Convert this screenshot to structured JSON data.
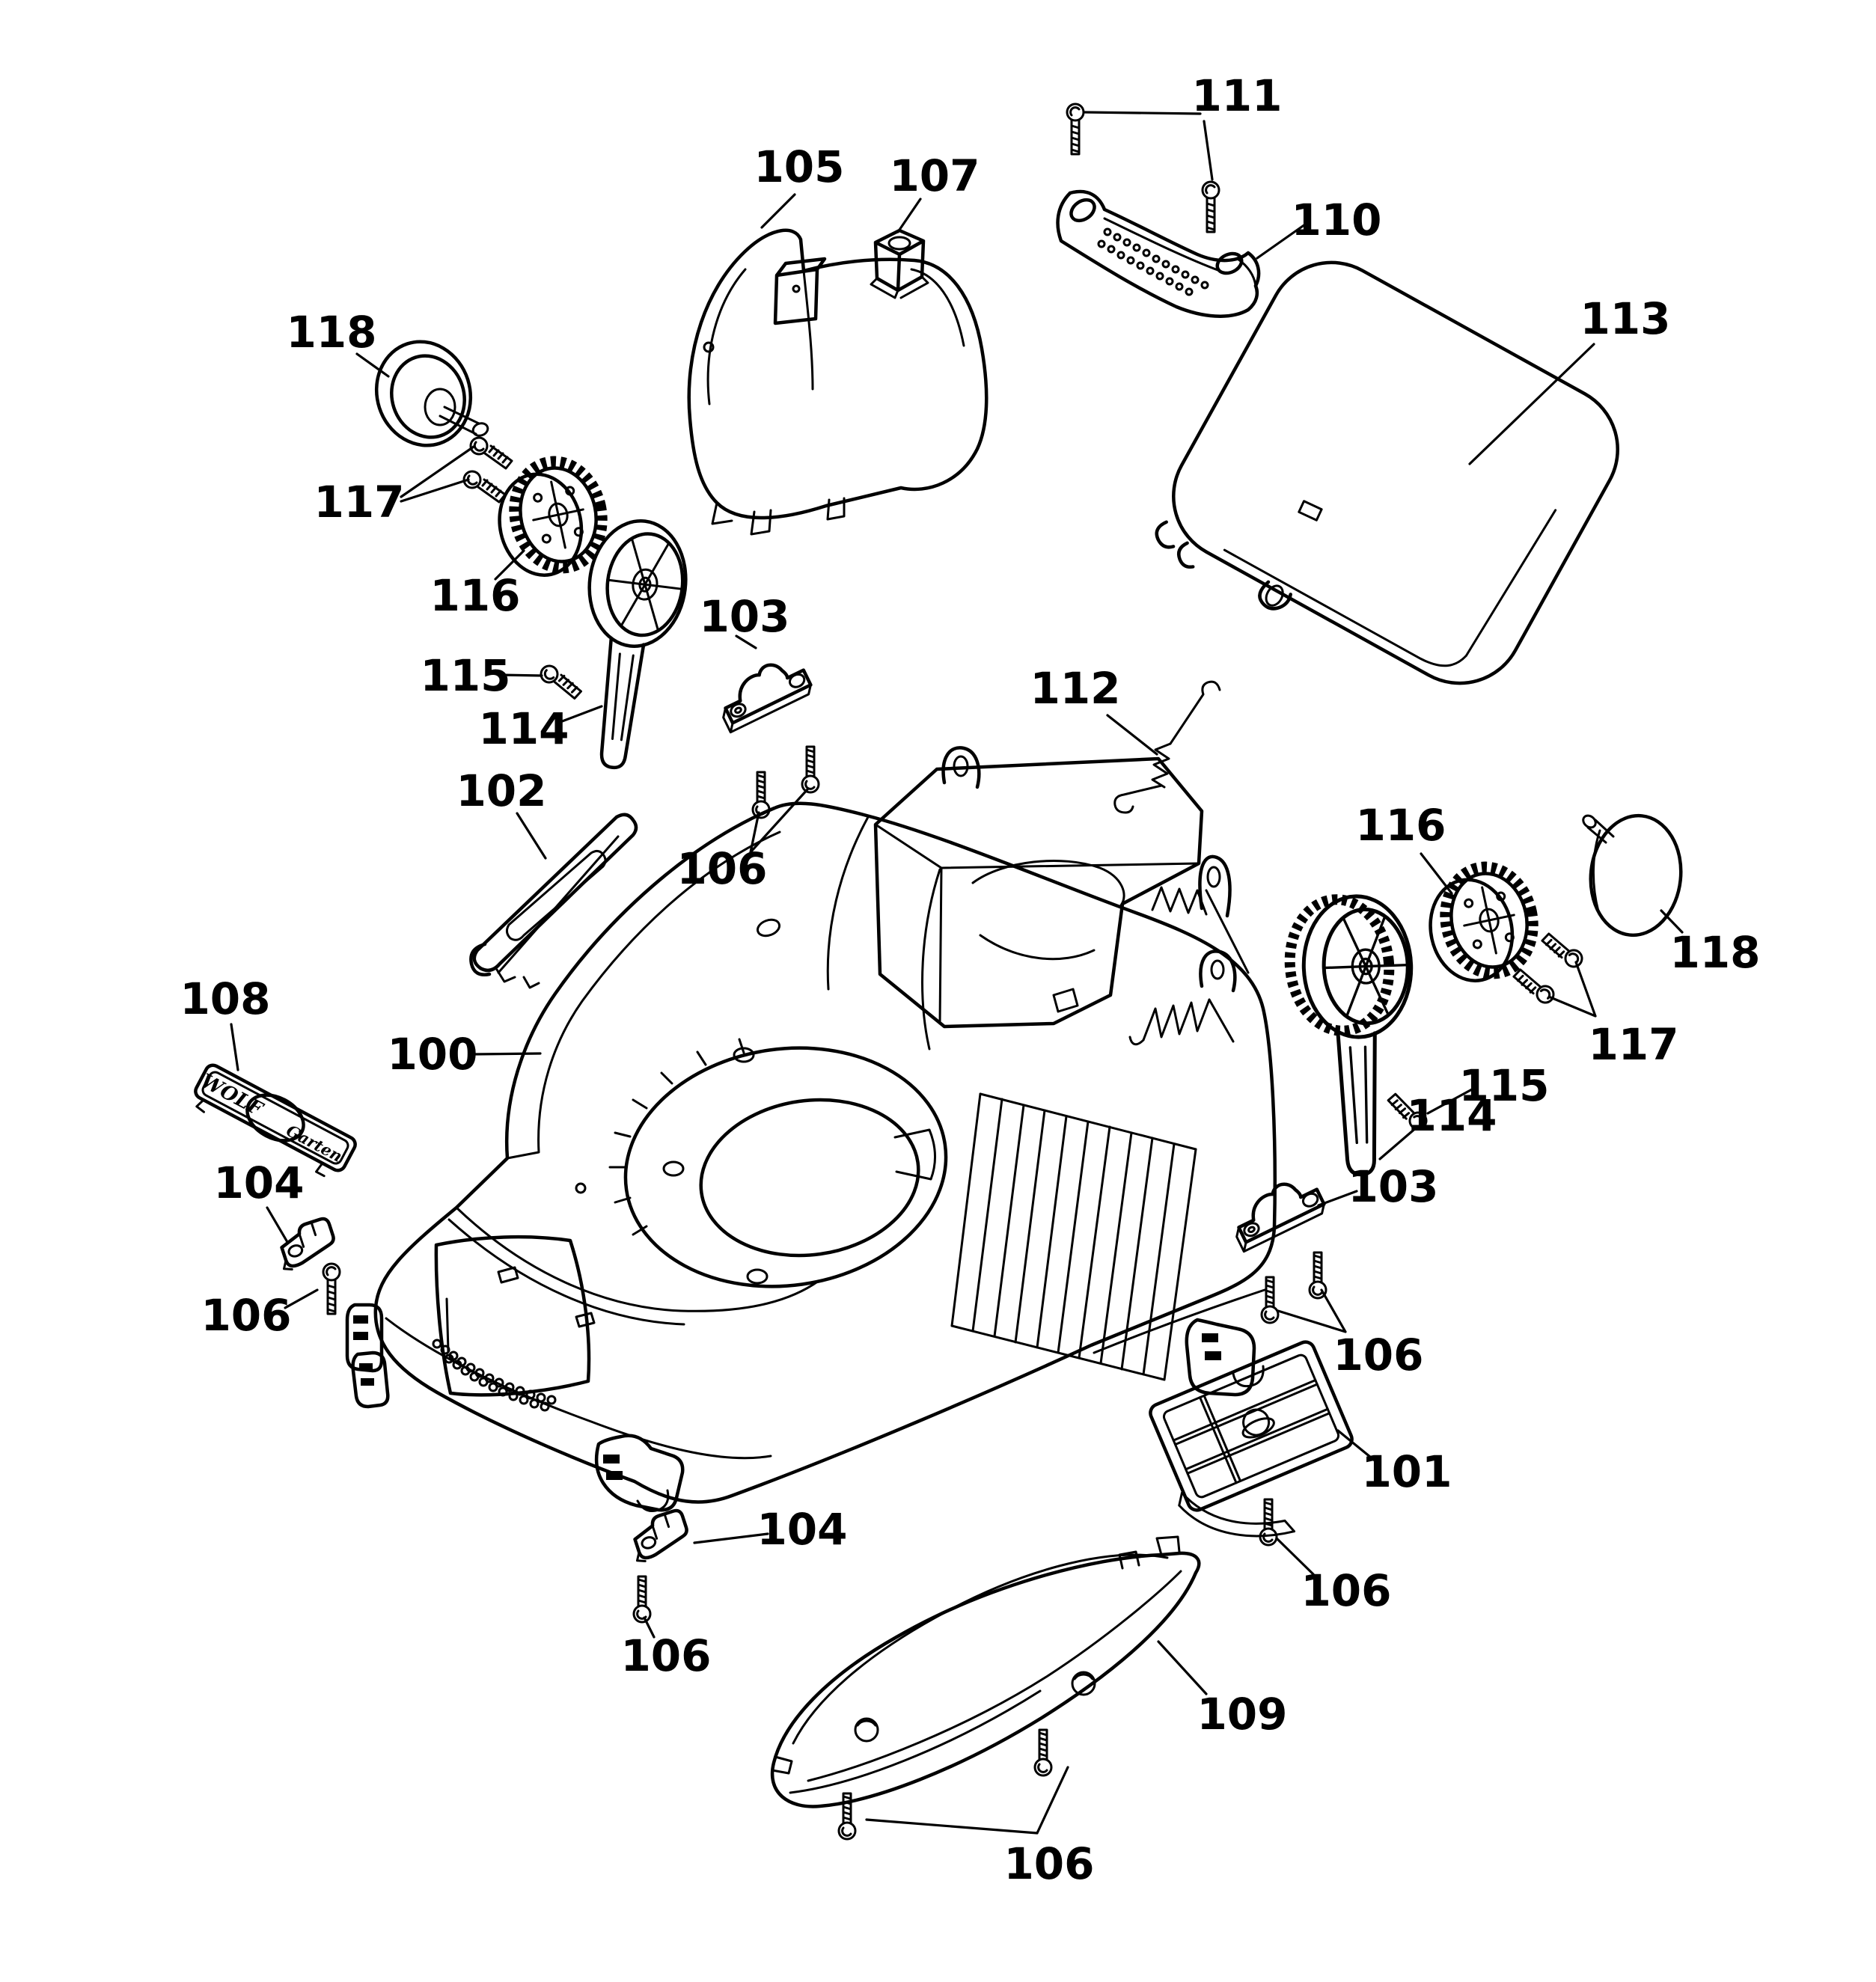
{
  "diagram": {
    "type": "exploded-parts-diagram",
    "subject": "lawn-mower-housing-assembly",
    "colors": {
      "ink": "#000000",
      "paper": "#ffffff"
    },
    "brand_plate": {
      "line1": "WOLF",
      "line2": "Garten"
    },
    "callouts": [
      {
        "id": "callout-111",
        "label": "111",
        "ref": "handle-screws"
      },
      {
        "id": "callout-105",
        "label": "105",
        "ref": "motor-cover"
      },
      {
        "id": "callout-107",
        "label": "107",
        "ref": "bushing-block"
      },
      {
        "id": "callout-110",
        "label": "110",
        "ref": "carry-handle"
      },
      {
        "id": "callout-113",
        "label": "113",
        "ref": "rear-flap-lid"
      },
      {
        "id": "callout-118-left",
        "label": "118",
        "ref": "wheel-cover-left"
      },
      {
        "id": "callout-117-left",
        "label": "117",
        "ref": "wheel-screws-left"
      },
      {
        "id": "callout-116-left",
        "label": "116",
        "ref": "gear-left"
      },
      {
        "id": "callout-103-left",
        "label": "103",
        "ref": "bearing-clamp-left"
      },
      {
        "id": "callout-115-left",
        "label": "115",
        "ref": "pawl-screw-left"
      },
      {
        "id": "callout-112",
        "label": "112",
        "ref": "tension-spring"
      },
      {
        "id": "callout-114-left",
        "label": "114",
        "ref": "pulley-arm-left"
      },
      {
        "id": "callout-106-center",
        "label": "106",
        "ref": "screws-rear"
      },
      {
        "id": "callout-102",
        "label": "102",
        "ref": "trim-strip"
      },
      {
        "id": "callout-116-right",
        "label": "116",
        "ref": "gear-right"
      },
      {
        "id": "callout-118-right",
        "label": "118",
        "ref": "wheel-cover-right"
      },
      {
        "id": "callout-117-right",
        "label": "117",
        "ref": "wheel-screws-right"
      },
      {
        "id": "callout-108",
        "label": "108",
        "ref": "name-plate"
      },
      {
        "id": "callout-100",
        "label": "100",
        "ref": "deck-housing"
      },
      {
        "id": "callout-115-right",
        "label": "115",
        "ref": "pawl-screw-right"
      },
      {
        "id": "callout-114-right",
        "label": "114",
        "ref": "pulley-arm-right"
      },
      {
        "id": "callout-104-left",
        "label": "104",
        "ref": "latch-left"
      },
      {
        "id": "callout-103-right",
        "label": "103",
        "ref": "bearing-clamp-right"
      },
      {
        "id": "callout-106-left",
        "label": "106",
        "ref": "screw-front-left"
      },
      {
        "id": "callout-106-right",
        "label": "106",
        "ref": "screws-right"
      },
      {
        "id": "callout-101",
        "label": "101",
        "ref": "grid-plate"
      },
      {
        "id": "callout-104-bottom",
        "label": "104",
        "ref": "latch-front"
      },
      {
        "id": "callout-106-bottom-right",
        "label": "106",
        "ref": "screw-grid"
      },
      {
        "id": "callout-109",
        "label": "109",
        "ref": "front-bumper"
      },
      {
        "id": "callout-106-bottom-left",
        "label": "106",
        "ref": "screw-front"
      },
      {
        "id": "callout-106-bottom-center",
        "label": "106",
        "ref": "screws-bumper"
      }
    ]
  }
}
